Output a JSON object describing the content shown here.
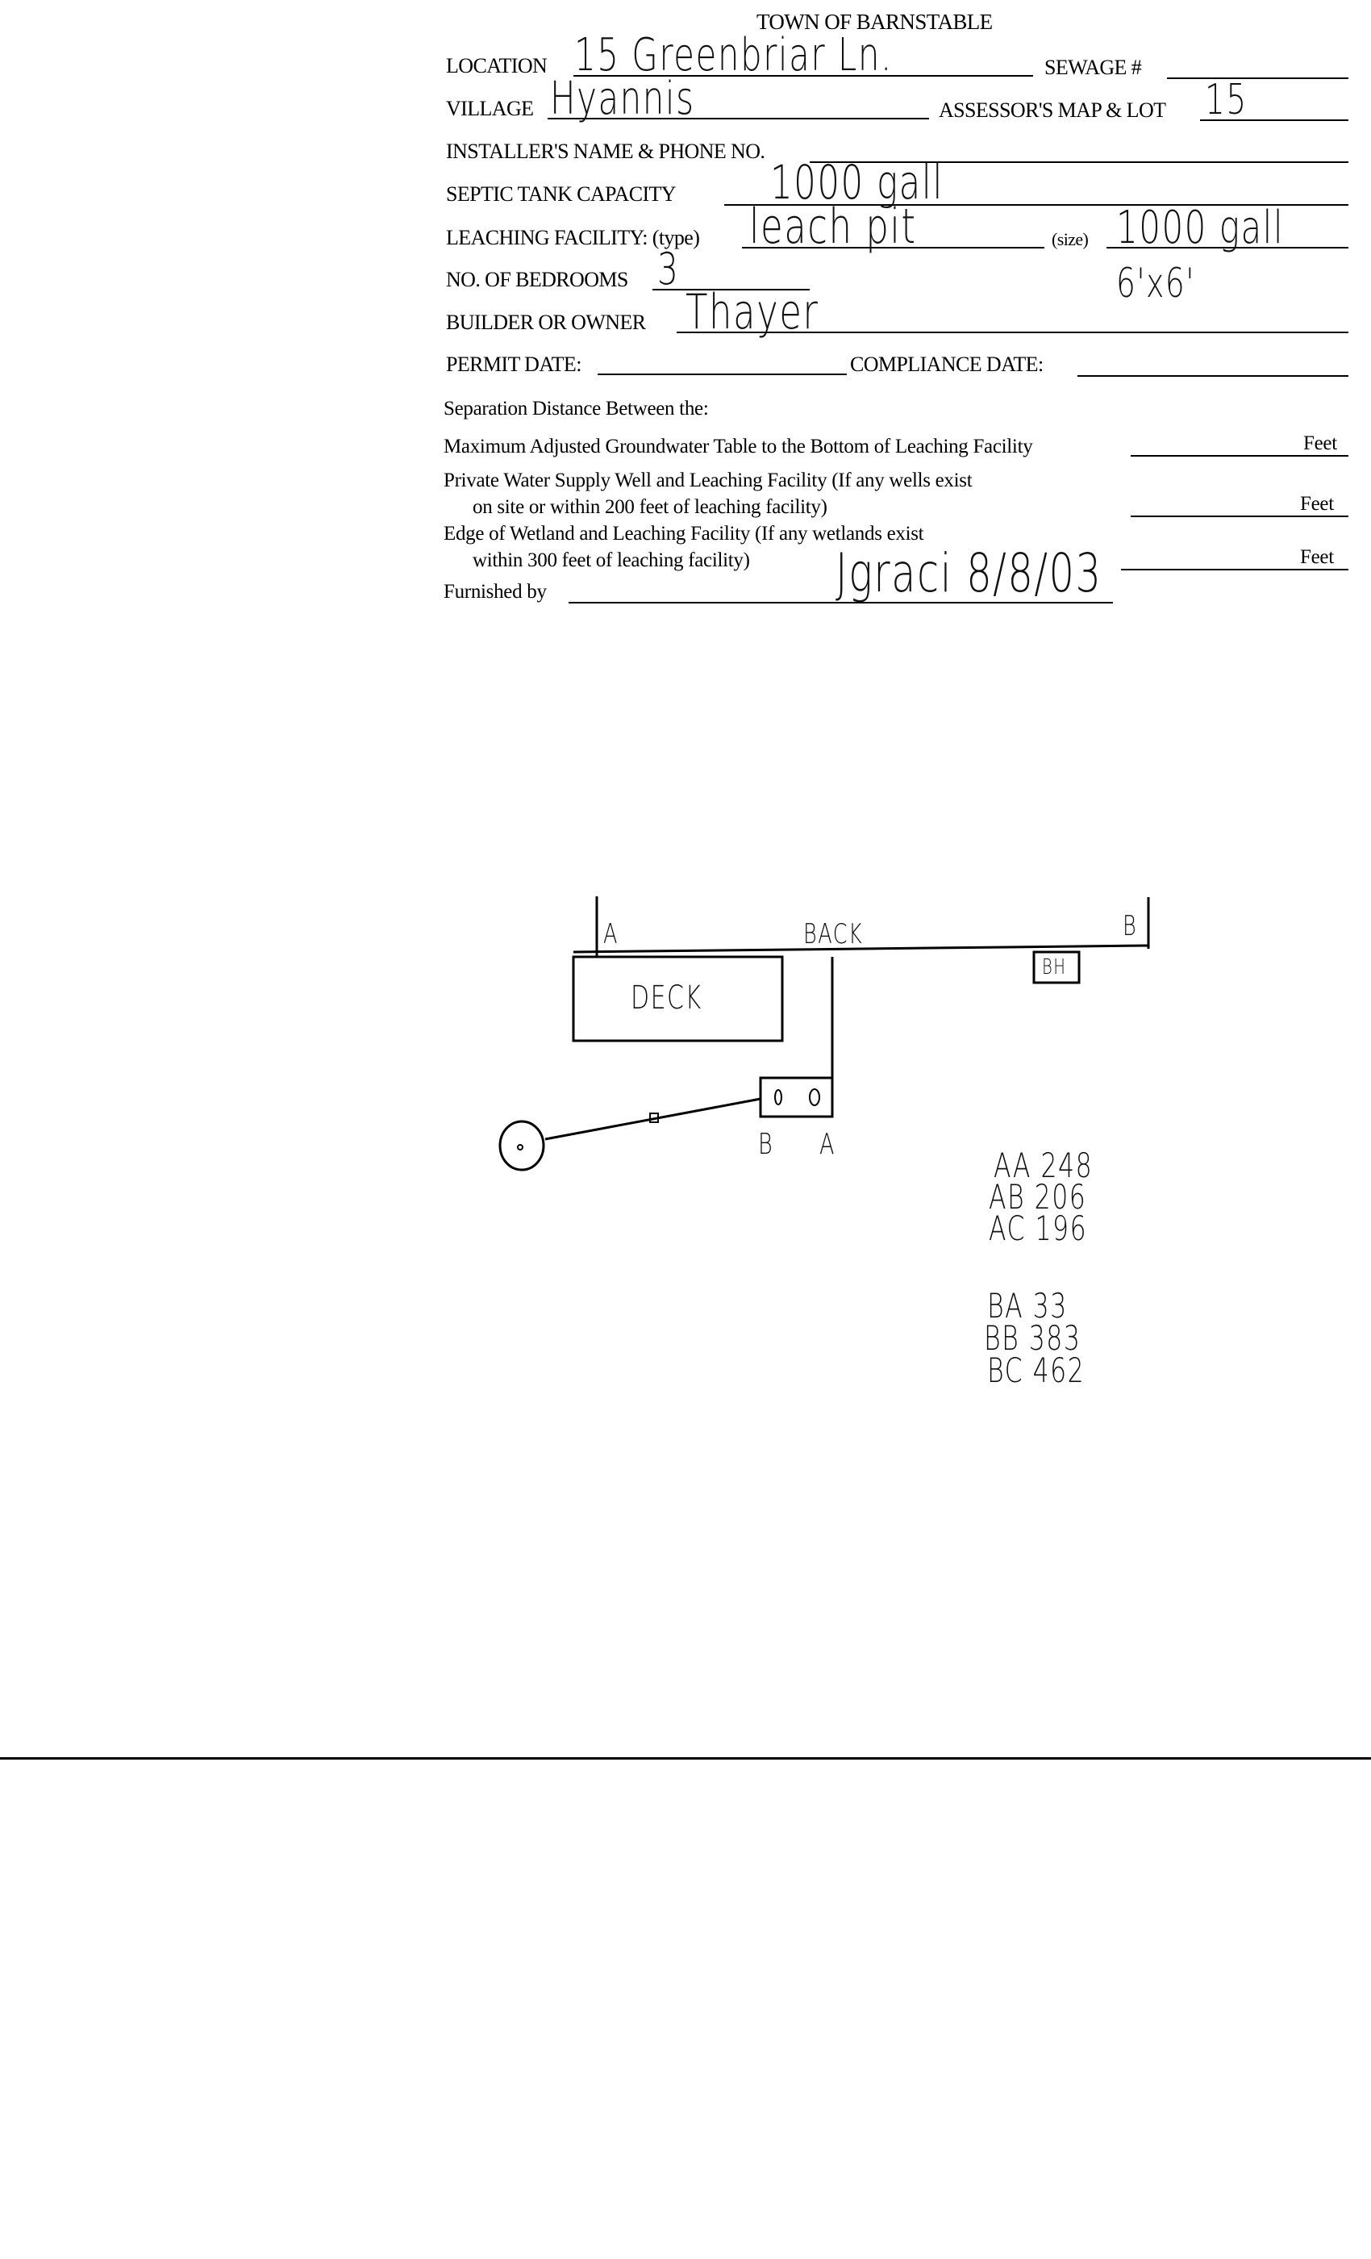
{
  "header": {
    "title": "TOWN OF BARNSTABLE"
  },
  "form": {
    "location_label": "LOCATION",
    "location_value": "15 Greenbriar Ln.",
    "sewage_label": "SEWAGE #",
    "village_label": "VILLAGE",
    "village_value": "Hyannis",
    "map_lot_label": "ASSESSOR'S MAP & LOT",
    "map_lot_value": "15",
    "installer_label": "INSTALLER'S NAME & PHONE NO.",
    "septic_label": "SEPTIC TANK CAPACITY",
    "septic_value": "1000 gall",
    "leaching_label": "LEACHING FACILITY: (type)",
    "leaching_type_value": "leach pit",
    "size_label": "(size)",
    "size_value": "1000 gall",
    "size_dimensions": "6'x6'",
    "bedrooms_label": "NO. OF BEDROOMS",
    "bedrooms_value": "3",
    "owner_label": "BUILDER OR OWNER",
    "owner_value": "Thayer",
    "permit_label": "PERMIT DATE:",
    "compliance_label": "COMPLIANCE  DATE:"
  },
  "separation": {
    "heading": "Separation Distance Between the:",
    "row1": "Maximum Adjusted Groundwater Table to the Bottom of Leaching Facility",
    "row2a": "Private Water Supply Well and Leaching Facility  (If any wells exist",
    "row2b": "on site or within 200 feet of leaching facility)",
    "row3a": "Edge of Wetland and Leaching Facility (If any wetlands exist",
    "row3b": "within 300 feet of leaching facility)",
    "unit": "Feet",
    "furnished_label": "Furnished by",
    "signature": "Jgraci 8/8/03"
  },
  "sketch": {
    "label_a_top": "A",
    "label_back": "BACK",
    "label_b_top": "B",
    "label_bh": "BH",
    "label_deck": "DECK",
    "label_b_tank": "B",
    "label_a_tank": "A",
    "measurements": [
      "AA 248",
      "AB 206",
      "AC 196",
      "BA 33",
      "BB 383",
      "BC 462"
    ]
  }
}
